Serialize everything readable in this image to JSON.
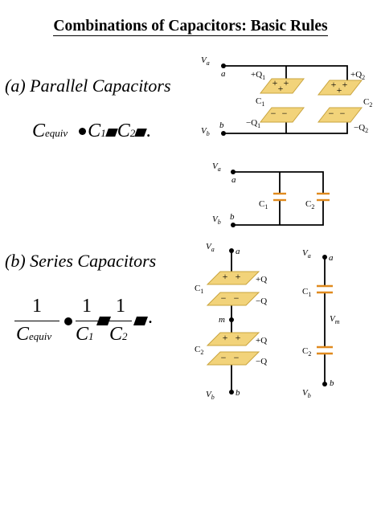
{
  "title": "Combinations of Capacitors: Basic Rules",
  "parallel": {
    "heading": "(a) Parallel Capacitors",
    "equation": {
      "lhs": "C",
      "lhs_sub": "equiv",
      "c1": "C",
      "c1_sub": "1",
      "c2": "C",
      "c2_sub": "2",
      "end": "."
    },
    "diagram_3d": {
      "va": "V",
      "va_sub": "a",
      "a": "a",
      "vb": "V",
      "vb_sub": "b",
      "b": "b",
      "plus_q1": "+Q",
      "plus_q1_sub": "1",
      "plus_q2": "+Q",
      "plus_q2_sub": "2",
      "minus_q1": "−Q",
      "minus_q1_sub": "1",
      "minus_q2": "−Q",
      "minus_q2_sub": "2",
      "c1": "C",
      "c1_sub": "1",
      "c2": "C",
      "c2_sub": "2",
      "plus": "+",
      "minus": "−"
    },
    "schematic": {
      "va": "V",
      "va_sub": "a",
      "a": "a",
      "vb": "V",
      "vb_sub": "b",
      "b": "b",
      "c1": "C",
      "c1_sub": "1",
      "c2": "C",
      "c2_sub": "2"
    }
  },
  "series": {
    "heading": "(b) Series Capacitors",
    "equation": {
      "one": "1",
      "lhs": "C",
      "lhs_sub": "equiv",
      "c1": "C",
      "c1_sub": "1",
      "c2": "C",
      "c2_sub": "2",
      "end": "."
    },
    "diagram_3d": {
      "va": "V",
      "va_sub": "a",
      "a": "a",
      "vb": "V",
      "vb_sub": "b",
      "b": "b",
      "m": "m",
      "plus_q": "+Q",
      "minus_q": "−Q",
      "c1": "C",
      "c1_sub": "1",
      "c2": "C",
      "c2_sub": "2",
      "plus": "+",
      "minus": "−"
    },
    "schematic": {
      "va": "V",
      "va_sub": "a",
      "a": "a",
      "vb": "V",
      "vb_sub": "b",
      "b": "b",
      "vm": "V",
      "vm_sub": "m",
      "c1": "C",
      "c1_sub": "1",
      "c2": "C",
      "c2_sub": "2"
    }
  },
  "colors": {
    "plate": "#f2d37a",
    "plate_edge": "#c9a43f",
    "capacitor": "#e08a1e",
    "wire": "#000000"
  }
}
